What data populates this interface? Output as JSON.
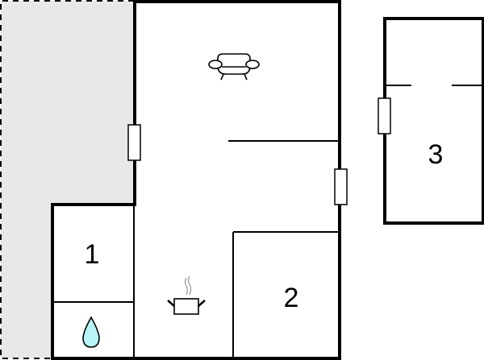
{
  "diagram": {
    "type": "floor-plan",
    "rooms": [
      {
        "id": "1",
        "label": "1",
        "kind": "bedroom"
      },
      {
        "id": "2",
        "label": "2",
        "kind": "bedroom"
      },
      {
        "id": "3",
        "label": "3",
        "kind": "bedroom"
      }
    ],
    "icons": [
      {
        "name": "sofa-icon",
        "meaning": "living-room"
      },
      {
        "name": "cooking-pot-icon",
        "meaning": "kitchen"
      },
      {
        "name": "water-drop-icon",
        "meaning": "bathroom"
      }
    ],
    "colors": {
      "wall": "#000000",
      "terrace": "#e8e8e8",
      "water": "#b8f4fa",
      "steam": "#a0a0a0"
    }
  }
}
